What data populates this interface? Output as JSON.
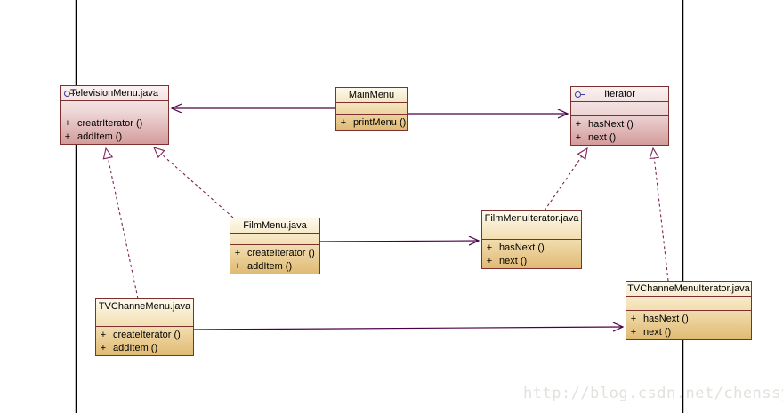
{
  "diagram": {
    "watermark": "http://blog.csdn.net/chenssy",
    "colors": {
      "interface_fill_top": "#fbf1f1",
      "interface_fill_bottom": "#d49c9c",
      "class_fill_top": "#fdf9ec",
      "class_fill_bottom": "#e0ba74",
      "box_border": "#7e2f2f",
      "association_line": "#4b0046",
      "realization_line": "#7d2458",
      "frame_line": "#000000",
      "interface_icon": "#3a3a9a",
      "watermark_color": "#e3e1dc"
    },
    "classes": [
      {
        "name": "TelevisionMenu.java",
        "stereotype": "interface",
        "methods": [
          {
            "visibility": "+",
            "signature": "creatrIterator ()"
          },
          {
            "visibility": "+",
            "signature": "addItem ()"
          }
        ]
      },
      {
        "name": "MainMenu",
        "stereotype": "class",
        "methods": [
          {
            "visibility": "+",
            "signature": "printMenu ()"
          }
        ]
      },
      {
        "name": "Iterator",
        "stereotype": "interface",
        "methods": [
          {
            "visibility": "+",
            "signature": "hasNext ()"
          },
          {
            "visibility": "+",
            "signature": "next ()"
          }
        ]
      },
      {
        "name": "FilmMenu.java",
        "stereotype": "class",
        "methods": [
          {
            "visibility": "+",
            "signature": "createIterator ()"
          },
          {
            "visibility": "+",
            "signature": "addItem ()"
          }
        ]
      },
      {
        "name": "FilmMenuIterator.java",
        "stereotype": "class",
        "methods": [
          {
            "visibility": "+",
            "signature": "hasNext ()"
          },
          {
            "visibility": "+",
            "signature": "next ()"
          }
        ]
      },
      {
        "name": "TVChanneMenu.java",
        "stereotype": "class",
        "methods": [
          {
            "visibility": "+",
            "signature": "createIterator ()"
          },
          {
            "visibility": "+",
            "signature": "addItem ()"
          }
        ]
      },
      {
        "name": "TVChanneMenuIterator.java",
        "stereotype": "class",
        "methods": [
          {
            "visibility": "+",
            "signature": "hasNext ()"
          },
          {
            "visibility": "+",
            "signature": "next ()"
          }
        ]
      }
    ],
    "relations": [
      {
        "type": "association",
        "from": "MainMenu",
        "to": "TelevisionMenu.java"
      },
      {
        "type": "association",
        "from": "MainMenu",
        "to": "Iterator"
      },
      {
        "type": "association",
        "from": "FilmMenu.java",
        "to": "FilmMenuIterator.java"
      },
      {
        "type": "association",
        "from": "TVChanneMenu.java",
        "to": "TVChanneMenuIterator.java"
      },
      {
        "type": "realization",
        "from": "FilmMenu.java",
        "to": "TelevisionMenu.java"
      },
      {
        "type": "realization",
        "from": "TVChanneMenu.java",
        "to": "TelevisionMenu.java"
      },
      {
        "type": "realization",
        "from": "FilmMenuIterator.java",
        "to": "Iterator"
      },
      {
        "type": "realization",
        "from": "TVChanneMenuIterator.java",
        "to": "Iterator"
      }
    ]
  }
}
